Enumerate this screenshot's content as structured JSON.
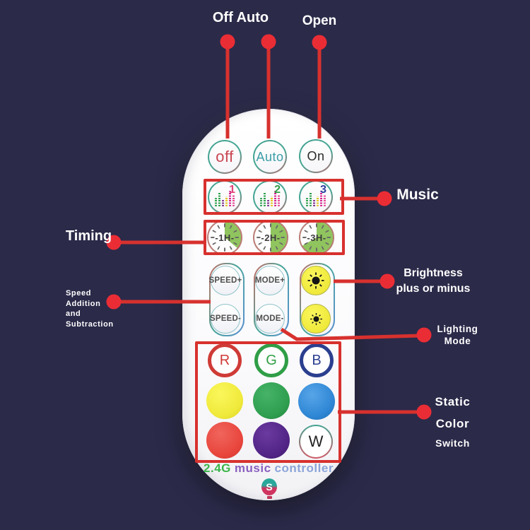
{
  "colors": {
    "background": "#2b2a49",
    "annotation_line_red": "#d7312e",
    "annotation_dot_red": "#ea2d35",
    "frame_red": "#d7312e",
    "remote_body": "#ffffff",
    "timer_wedge_green": "#90c45e",
    "brightness_yellow": "#efe93a"
  },
  "annotations": {
    "off_auto": {
      "label": "Off Auto"
    },
    "open": {
      "label": "Open"
    },
    "music": {
      "label": "Music"
    },
    "timing": {
      "label": "Timing"
    },
    "brightness": {
      "line1": "Brightness",
      "line2": "plus or minus"
    },
    "speed": {
      "line1": "Speed",
      "line2": "Addition",
      "line3": "and",
      "line4": "Subtraction"
    },
    "lighting": {
      "line1": "Lighting",
      "line2": "Mode"
    },
    "static_color": {
      "line1": "Static",
      "line2": "Color",
      "line3": "Switch"
    }
  },
  "remote": {
    "power_buttons": [
      {
        "label": "off",
        "color": "#c94653"
      },
      {
        "label": "Auto",
        "color": "#3b9ea6"
      },
      {
        "label": "On",
        "color": "#2b2b2b"
      }
    ],
    "music_buttons": [
      {
        "label": "1",
        "color": "#e0447c"
      },
      {
        "label": "2",
        "color": "#2f9e46"
      },
      {
        "label": "3",
        "color": "#2b3f9e"
      }
    ],
    "timer_buttons": [
      {
        "label": "-1H-",
        "fill_degrees": 130
      },
      {
        "label": "-2H-",
        "fill_degrees": 180
      },
      {
        "label": "-3H-",
        "fill_degrees": 240
      }
    ],
    "adjust_buttons": {
      "speed_plus": "SPEED+",
      "speed_minus": "SPEED-",
      "mode_plus": "MODE+",
      "mode_minus": "MODE-"
    },
    "color_buttons": {
      "r": "R",
      "g": "G",
      "b": "B",
      "w": "W",
      "swatches": [
        "#efe93a",
        "#2f9e4f",
        "#2e86d4",
        "#e8453c",
        "#522486"
      ]
    },
    "brand": {
      "prefix": "2.4G",
      "word1": "music",
      "word2": "controller",
      "logo_letter": "S"
    }
  }
}
